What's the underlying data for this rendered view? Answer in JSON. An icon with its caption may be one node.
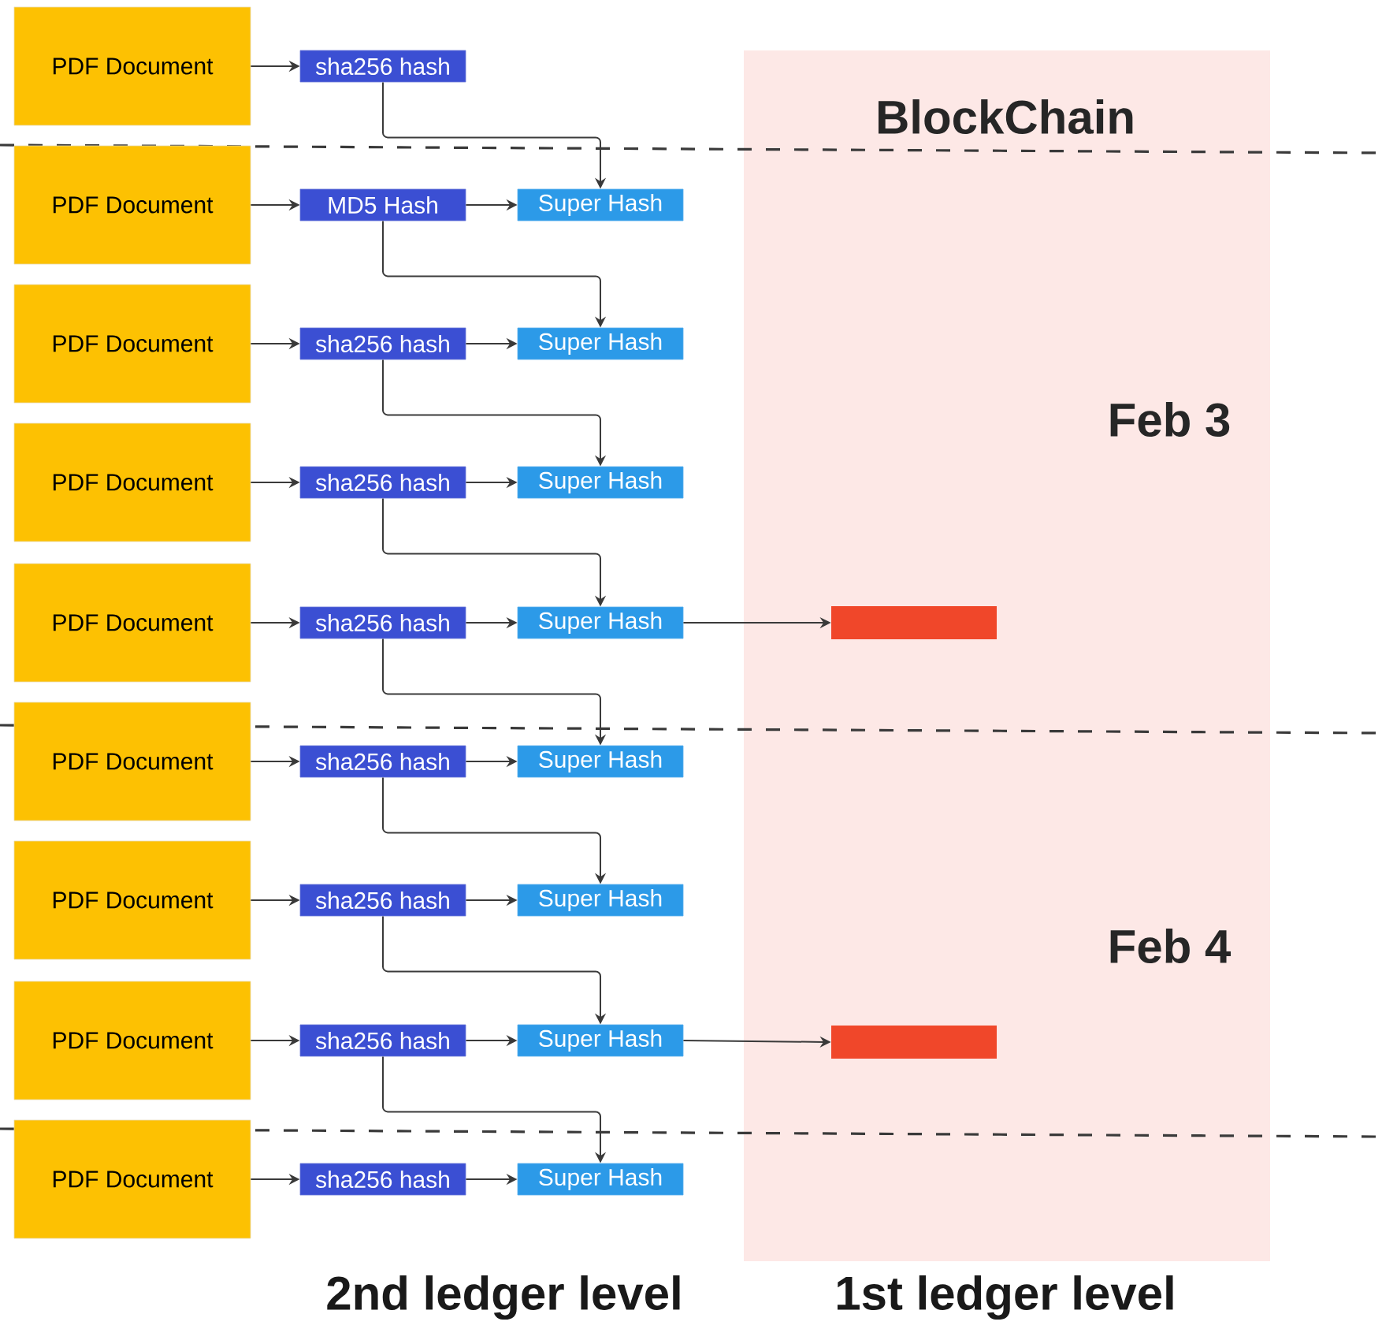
{
  "diagram": {
    "nodes": [
      {
        "text": [
          "BlockChain",
          "Feb 3",
          "Feb 4"
        ]
      },
      {
        "text": [
          "PDF Document"
        ]
      },
      {
        "text": [
          "sha256 hash"
        ]
      },
      {
        "text": [
          "PDF Document"
        ]
      },
      {
        "text": [
          "MD5 Hash"
        ]
      },
      {
        "text": [
          "Super Hash"
        ]
      },
      {
        "text": [
          "PDF Document"
        ]
      },
      {
        "text": [
          "sha256 hash"
        ]
      },
      {
        "text": [
          "Super Hash"
        ]
      },
      {
        "text": [
          "PDF Document"
        ]
      },
      {
        "text": [
          "sha256 hash"
        ]
      },
      {
        "text": [
          "Super Hash"
        ]
      },
      {
        "text": [
          "PDF Document"
        ]
      },
      {
        "text": [
          "sha256 hash"
        ]
      },
      {
        "text": [
          "Super Hash"
        ]
      },
      {
        "text": [
          "PDF Document"
        ]
      },
      {
        "text": [
          "sha256 hash"
        ]
      },
      {
        "text": [
          "Super Hash"
        ]
      },
      {
        "text": [
          "PDF Document"
        ]
      },
      {
        "text": [
          "sha256 hash"
        ]
      },
      {
        "text": [
          "Super Hash"
        ]
      },
      {
        "text": [
          "PDF Document"
        ]
      },
      {
        "text": [
          "sha256 hash"
        ]
      },
      {
        "text": [
          "Super Hash"
        ]
      },
      {
        "text": [
          "PDF Document"
        ]
      },
      {
        "text": [
          "sha256 hash"
        ]
      },
      {
        "text": [
          "Super Hash"
        ]
      },
      {
        "text": [],
        "shape": "bar",
        "in": 0
      },
      {
        "text": [],
        "shape": "bar",
        "in": 0
      }
    ],
    "edges": [
      {
        "from": 1,
        "to": 2,
        "arrow": "to"
      },
      {
        "from": 3,
        "to": 4,
        "arrow": "to"
      },
      {
        "from": 4,
        "to": 5,
        "arrow": "to"
      },
      {
        "from": 6,
        "to": 7,
        "arrow": "to"
      },
      {
        "from": 7,
        "to": 8,
        "arrow": "to"
      },
      {
        "from": 9,
        "to": 10,
        "arrow": "to"
      },
      {
        "from": 10,
        "to": 11,
        "arrow": "to"
      },
      {
        "from": 12,
        "to": 13,
        "arrow": "to"
      },
      {
        "from": 13,
        "to": 14,
        "arrow": "to"
      },
      {
        "from": 15,
        "to": 16,
        "arrow": "to"
      },
      {
        "from": 16,
        "to": 17,
        "arrow": "to"
      },
      {
        "from": 18,
        "to": 19,
        "arrow": "to"
      },
      {
        "from": 19,
        "to": 20,
        "arrow": "to"
      },
      {
        "from": 21,
        "to": 22,
        "arrow": "to"
      },
      {
        "from": 22,
        "to": 23,
        "arrow": "to"
      },
      {
        "from": 24,
        "to": 25,
        "arrow": "to"
      },
      {
        "from": 25,
        "to": 26,
        "arrow": "to"
      },
      {
        "from": 2,
        "to": 5,
        "arrow": "to"
      },
      {
        "from": 4,
        "to": 8,
        "arrow": "to"
      },
      {
        "from": 7,
        "to": 11,
        "arrow": "to"
      },
      {
        "from": 10,
        "to": 14,
        "arrow": "to"
      },
      {
        "from": 13,
        "to": 17,
        "arrow": "to"
      },
      {
        "from": 16,
        "to": 20,
        "arrow": "to"
      },
      {
        "from": 19,
        "to": 23,
        "arrow": "to"
      },
      {
        "from": 22,
        "to": 26,
        "arrow": "to"
      },
      {
        "from": 14,
        "to": 27,
        "arrow": "to"
      },
      {
        "from": 23,
        "to": 28,
        "arrow": "to"
      }
    ],
    "labels": [
      "2nd ledger level",
      "1st ledger level"
    ]
  }
}
